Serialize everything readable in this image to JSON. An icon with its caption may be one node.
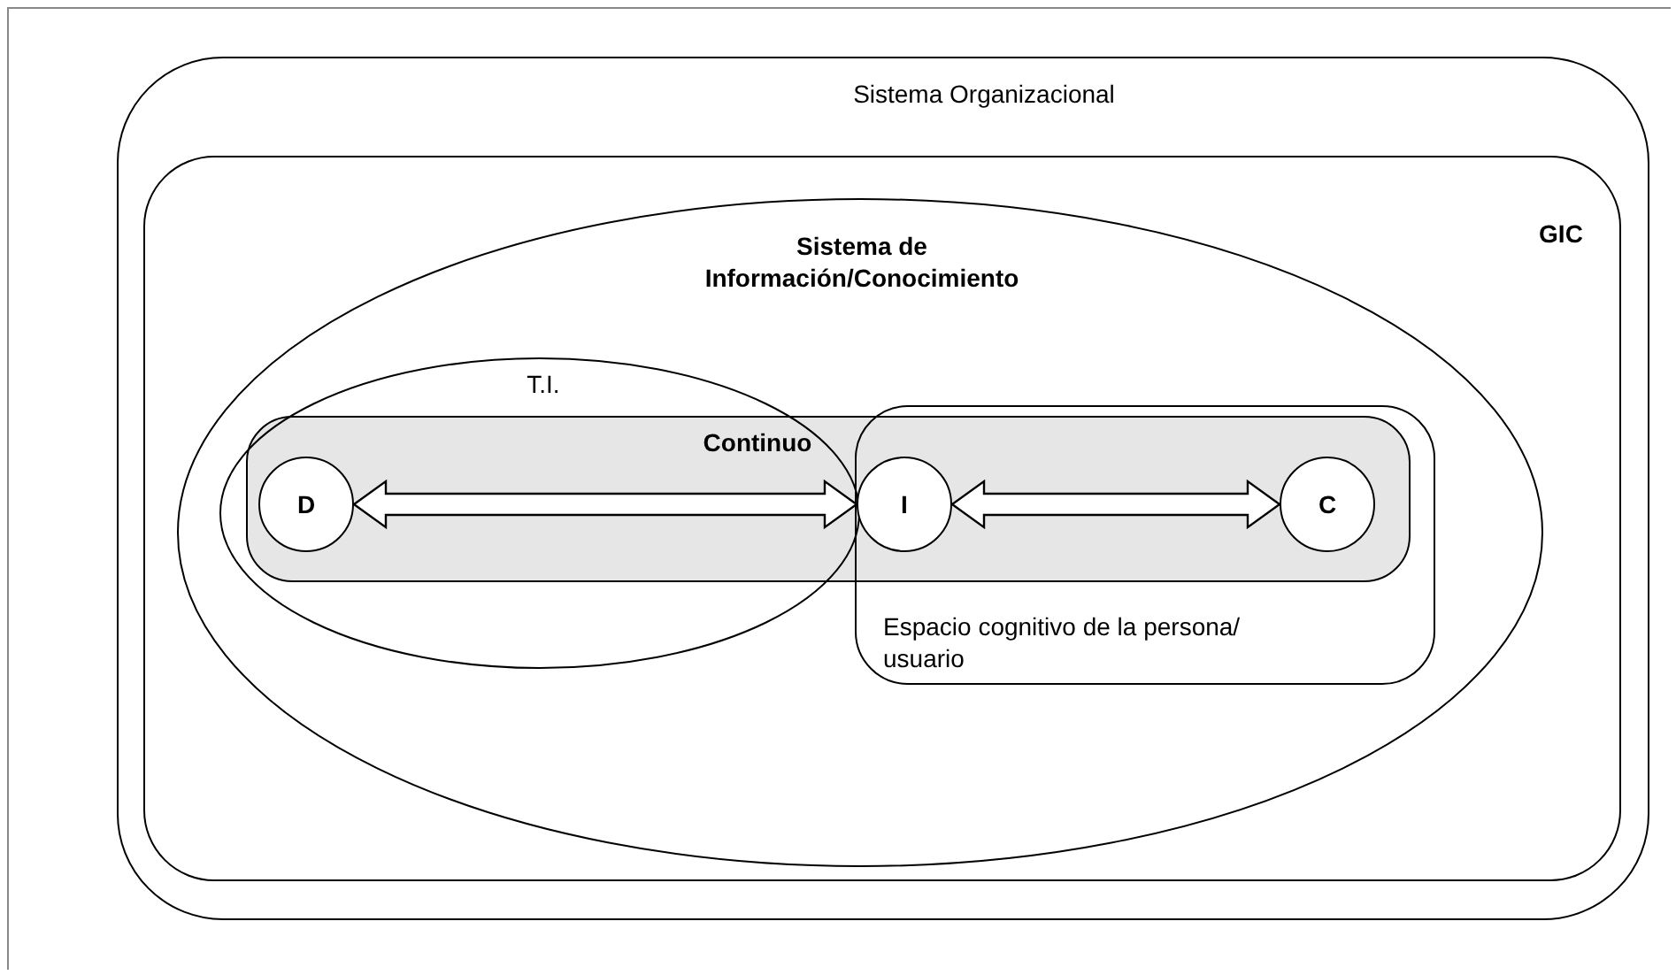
{
  "diagram": {
    "nodes": [
      {
        "text": [
          "Sistema Organizacional"
        ]
      },
      {
        "text": [
          "GIC"
        ],
        "in": 0
      },
      {
        "text": [
          "Sistema de Información/Conocimiento"
        ],
        "in": 1
      },
      {
        "text": [
          "T.I."
        ],
        "in": 2
      },
      {
        "text": [
          "Continuo"
        ],
        "in": 2
      },
      {
        "text": [
          "D"
        ]
      },
      {
        "text": [
          "I"
        ]
      },
      {
        "text": [
          "C"
        ]
      },
      {
        "text": [
          "Espacio cognitivo de la persona/ usuario"
        ],
        "in": 2
      }
    ],
    "edges": [
      {
        "from": 5,
        "to": 6,
        "arrow": "both",
        "style": "thick"
      },
      {
        "from": 6,
        "to": 7,
        "arrow": "both",
        "style": "thick"
      }
    ]
  }
}
